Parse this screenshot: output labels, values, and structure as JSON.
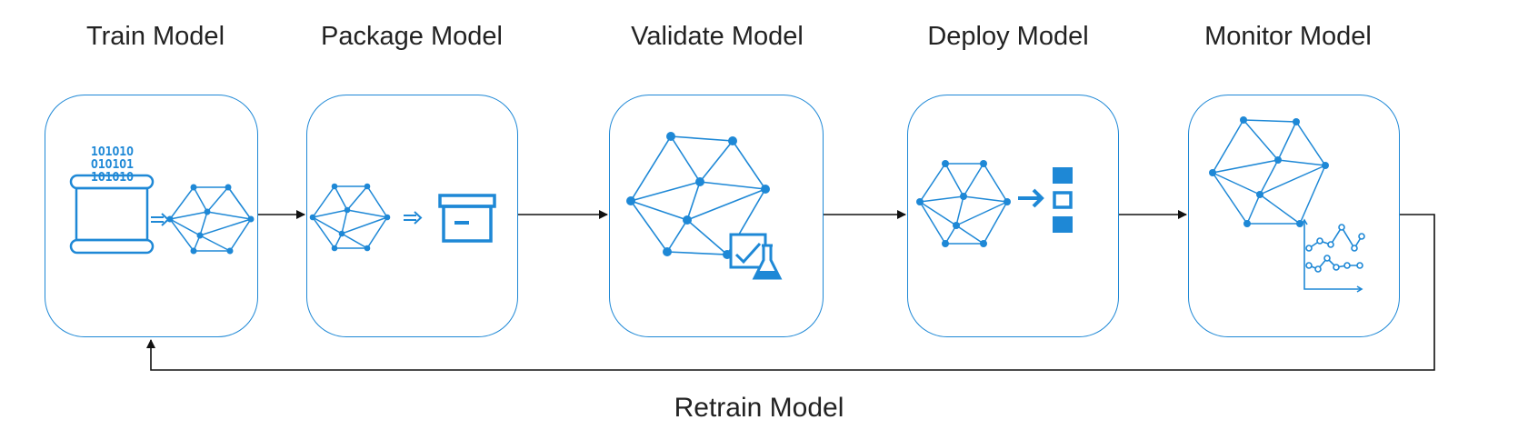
{
  "stages": [
    {
      "label": "Train Model"
    },
    {
      "label": "Package Model"
    },
    {
      "label": "Validate Model"
    },
    {
      "label": "Deploy Model"
    },
    {
      "label": "Monitor Model"
    }
  ],
  "loop": {
    "label": "Retrain Model"
  },
  "binary_text": [
    "1O1O1O",
    "O1O1O1",
    "1O1O1O"
  ],
  "colors": {
    "accent": "#1e88d6",
    "arrow": "#111111",
    "text": "#222222"
  }
}
